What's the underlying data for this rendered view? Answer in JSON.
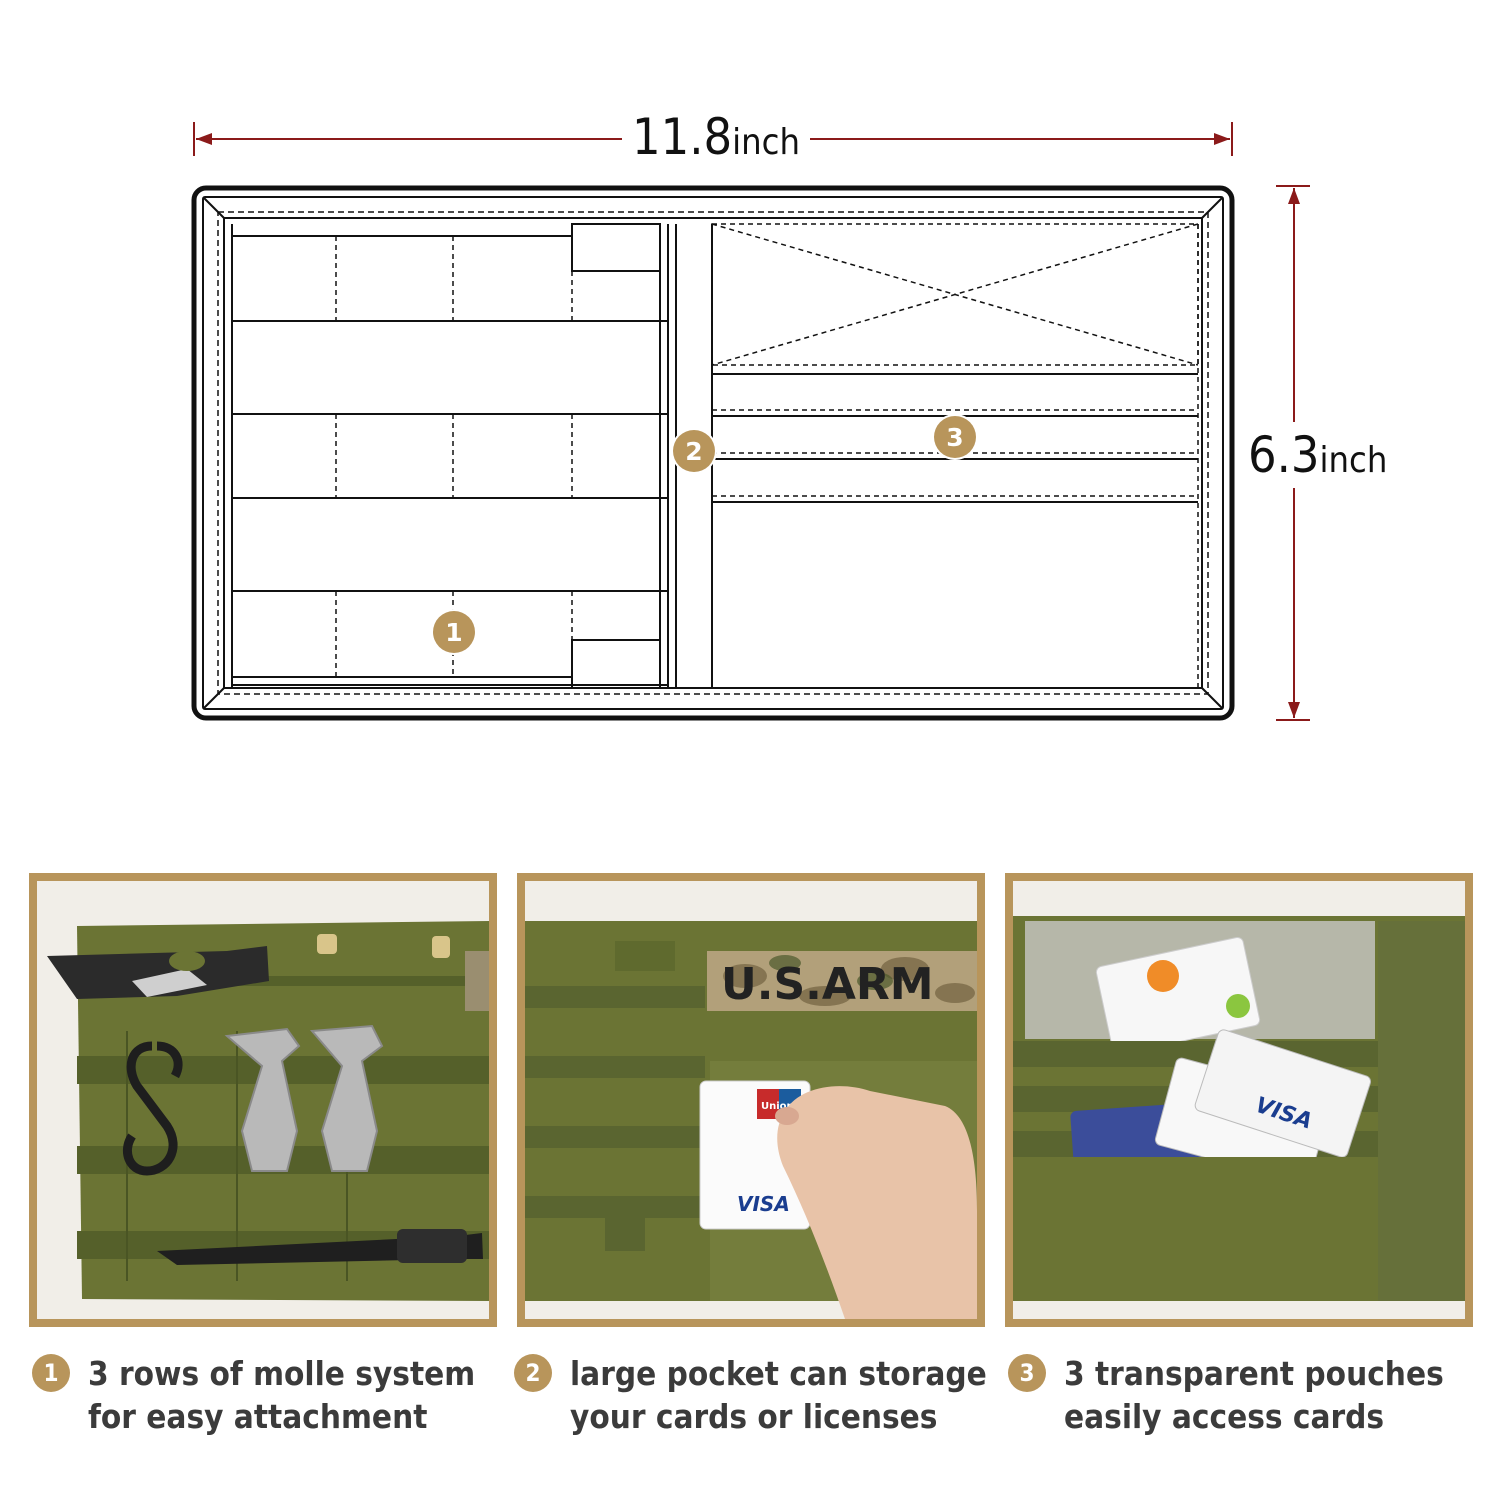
{
  "dimensions": {
    "width": {
      "value": "11.8",
      "unit": "inch"
    },
    "height": {
      "value": "6.3",
      "unit": "inch"
    }
  },
  "markers": {
    "molle": "1",
    "pocket": "2",
    "pouches": "3"
  },
  "colors": {
    "accent_gold": "#b8955b",
    "dimension_line": "#8b1a1a",
    "fabric_green": "#5e6b2c",
    "outline": "#111111"
  },
  "photos": [
    {
      "id": "molle-photo"
    },
    {
      "id": "pocket-photo",
      "patch_text": "U.S.ARM",
      "card_brands": [
        "UnionPay",
        "VISA"
      ]
    },
    {
      "id": "pouches-photo",
      "card_brands": [
        "VISA"
      ]
    }
  ],
  "features": [
    {
      "number": "1",
      "line1": "3 rows of  molle system",
      "line2": "for easy attachment"
    },
    {
      "number": "2",
      "line1": "large pocket can storage",
      "line2": "your cards or licenses"
    },
    {
      "number": "3",
      "line1": "3 transparent pouches",
      "line2": "easily access cards"
    }
  ]
}
